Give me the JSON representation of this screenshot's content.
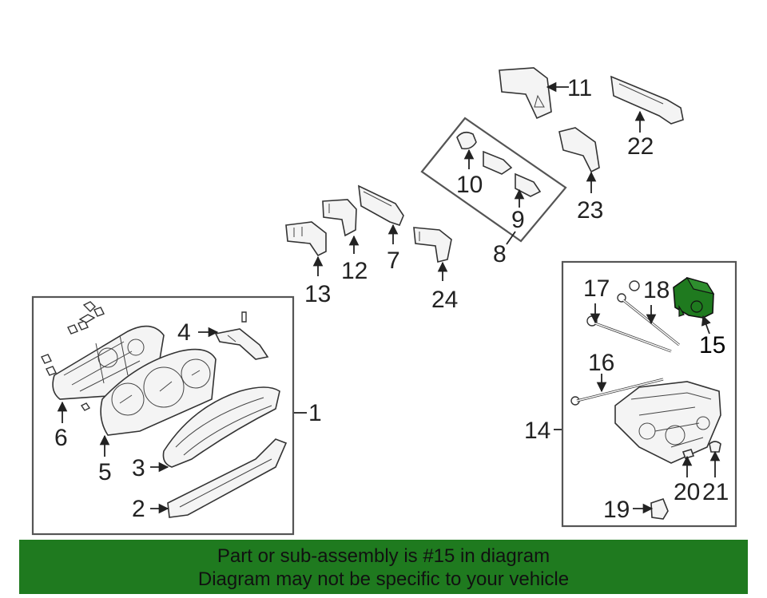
{
  "labels": {
    "l1": "1",
    "l2": "2",
    "l3": "3",
    "l4": "4",
    "l5": "5",
    "l6": "6",
    "l7": "7",
    "l8": "8",
    "l9": "9",
    "l10": "10",
    "l11": "11",
    "l12": "12",
    "l13": "13",
    "l14": "14",
    "l15": "15",
    "l16": "16",
    "l17": "17",
    "l18": "18",
    "l19": "19",
    "l20": "20",
    "l21": "21",
    "l22": "22",
    "l23": "23",
    "l24": "24"
  },
  "highlight": {
    "part_number": "15",
    "color": "#1f7a1f"
  },
  "banner": {
    "line1": "Part or sub-assembly is #15 in diagram",
    "line2": "Diagram may not be specific to your vehicle",
    "background": "#1f7a1f"
  }
}
